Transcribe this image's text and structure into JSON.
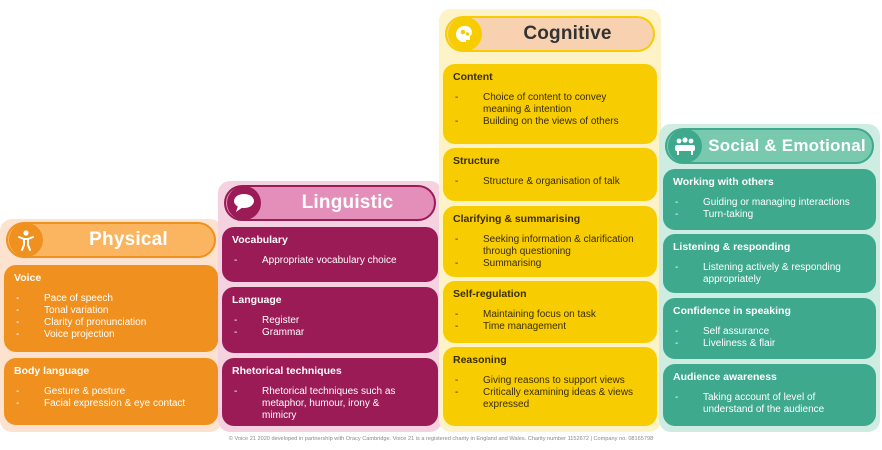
{
  "columns": [
    {
      "title": "Physical",
      "icon": "person-icon",
      "cards": [
        {
          "title": "Voice",
          "items": [
            "Pace of speech",
            "Tonal variation",
            "Clarity of pronunciation",
            "Voice projection"
          ]
        },
        {
          "title": "Body language",
          "items": [
            "Gesture & posture",
            "Facial expression & eye contact"
          ]
        }
      ]
    },
    {
      "title": "Linguistic",
      "icon": "speech-bubble-icon",
      "cards": [
        {
          "title": "Vocabulary",
          "items": [
            "Appropriate vocabulary choice"
          ]
        },
        {
          "title": "Language",
          "items": [
            "Register",
            "Grammar"
          ]
        },
        {
          "title": "Rhetorical techniques",
          "items": [
            "Rhetorical techniques such as metaphor, humour, irony & mimicry"
          ]
        }
      ]
    },
    {
      "title": "Cognitive",
      "icon": "brain-gears-icon",
      "cards": [
        {
          "title": "Content",
          "items": [
            "Choice of content to convey meaning & intention",
            "Building on the views of others"
          ]
        },
        {
          "title": "Structure",
          "items": [
            "Structure & organisation of talk"
          ]
        },
        {
          "title": "Clarifying & summarising",
          "items": [
            "Seeking information & clarification through questioning",
            "Summarising"
          ]
        },
        {
          "title": "Self-regulation",
          "items": [
            "Maintaining focus on task",
            "Time management"
          ]
        },
        {
          "title": "Reasoning",
          "items": [
            "Giving reasons to support views",
            "Critically examining ideas & views expressed"
          ]
        }
      ]
    },
    {
      "title": "Social & Emotional",
      "icon": "group-icon",
      "cards": [
        {
          "title": "Working with others",
          "items": [
            "Guiding or managing interactions",
            "Turn-taking"
          ]
        },
        {
          "title": "Listening & responding",
          "items": [
            "Listening actively & responding appropriately"
          ]
        },
        {
          "title": "Confidence in speaking",
          "items": [
            "Self assurance",
            "Liveliness & flair"
          ]
        },
        {
          "title": "Audience awareness",
          "items": [
            "Taking account of level of understand of the audience"
          ]
        }
      ]
    }
  ],
  "footer": "© Voice 21 2020 developed in partnership with Oracy Cambridge. Voice 21 is a registered charity in England and Wales. Charity number 1152672 | Company no. 08165798",
  "colors": {
    "physical": "#f0901e",
    "physical_bg": "#fde3cf",
    "physical_header": "#fbb560",
    "linguistic": "#9b1b57",
    "linguistic_bg": "#f5d2e0",
    "linguistic_header": "#e48fba",
    "cognitive": "#f7cc00",
    "cognitive_bg": "#fdf3c7",
    "cognitive_header": "#f8d2b0",
    "social": "#3ea98d",
    "social_bg": "#cfece3",
    "social_header": "#78c9ad"
  }
}
